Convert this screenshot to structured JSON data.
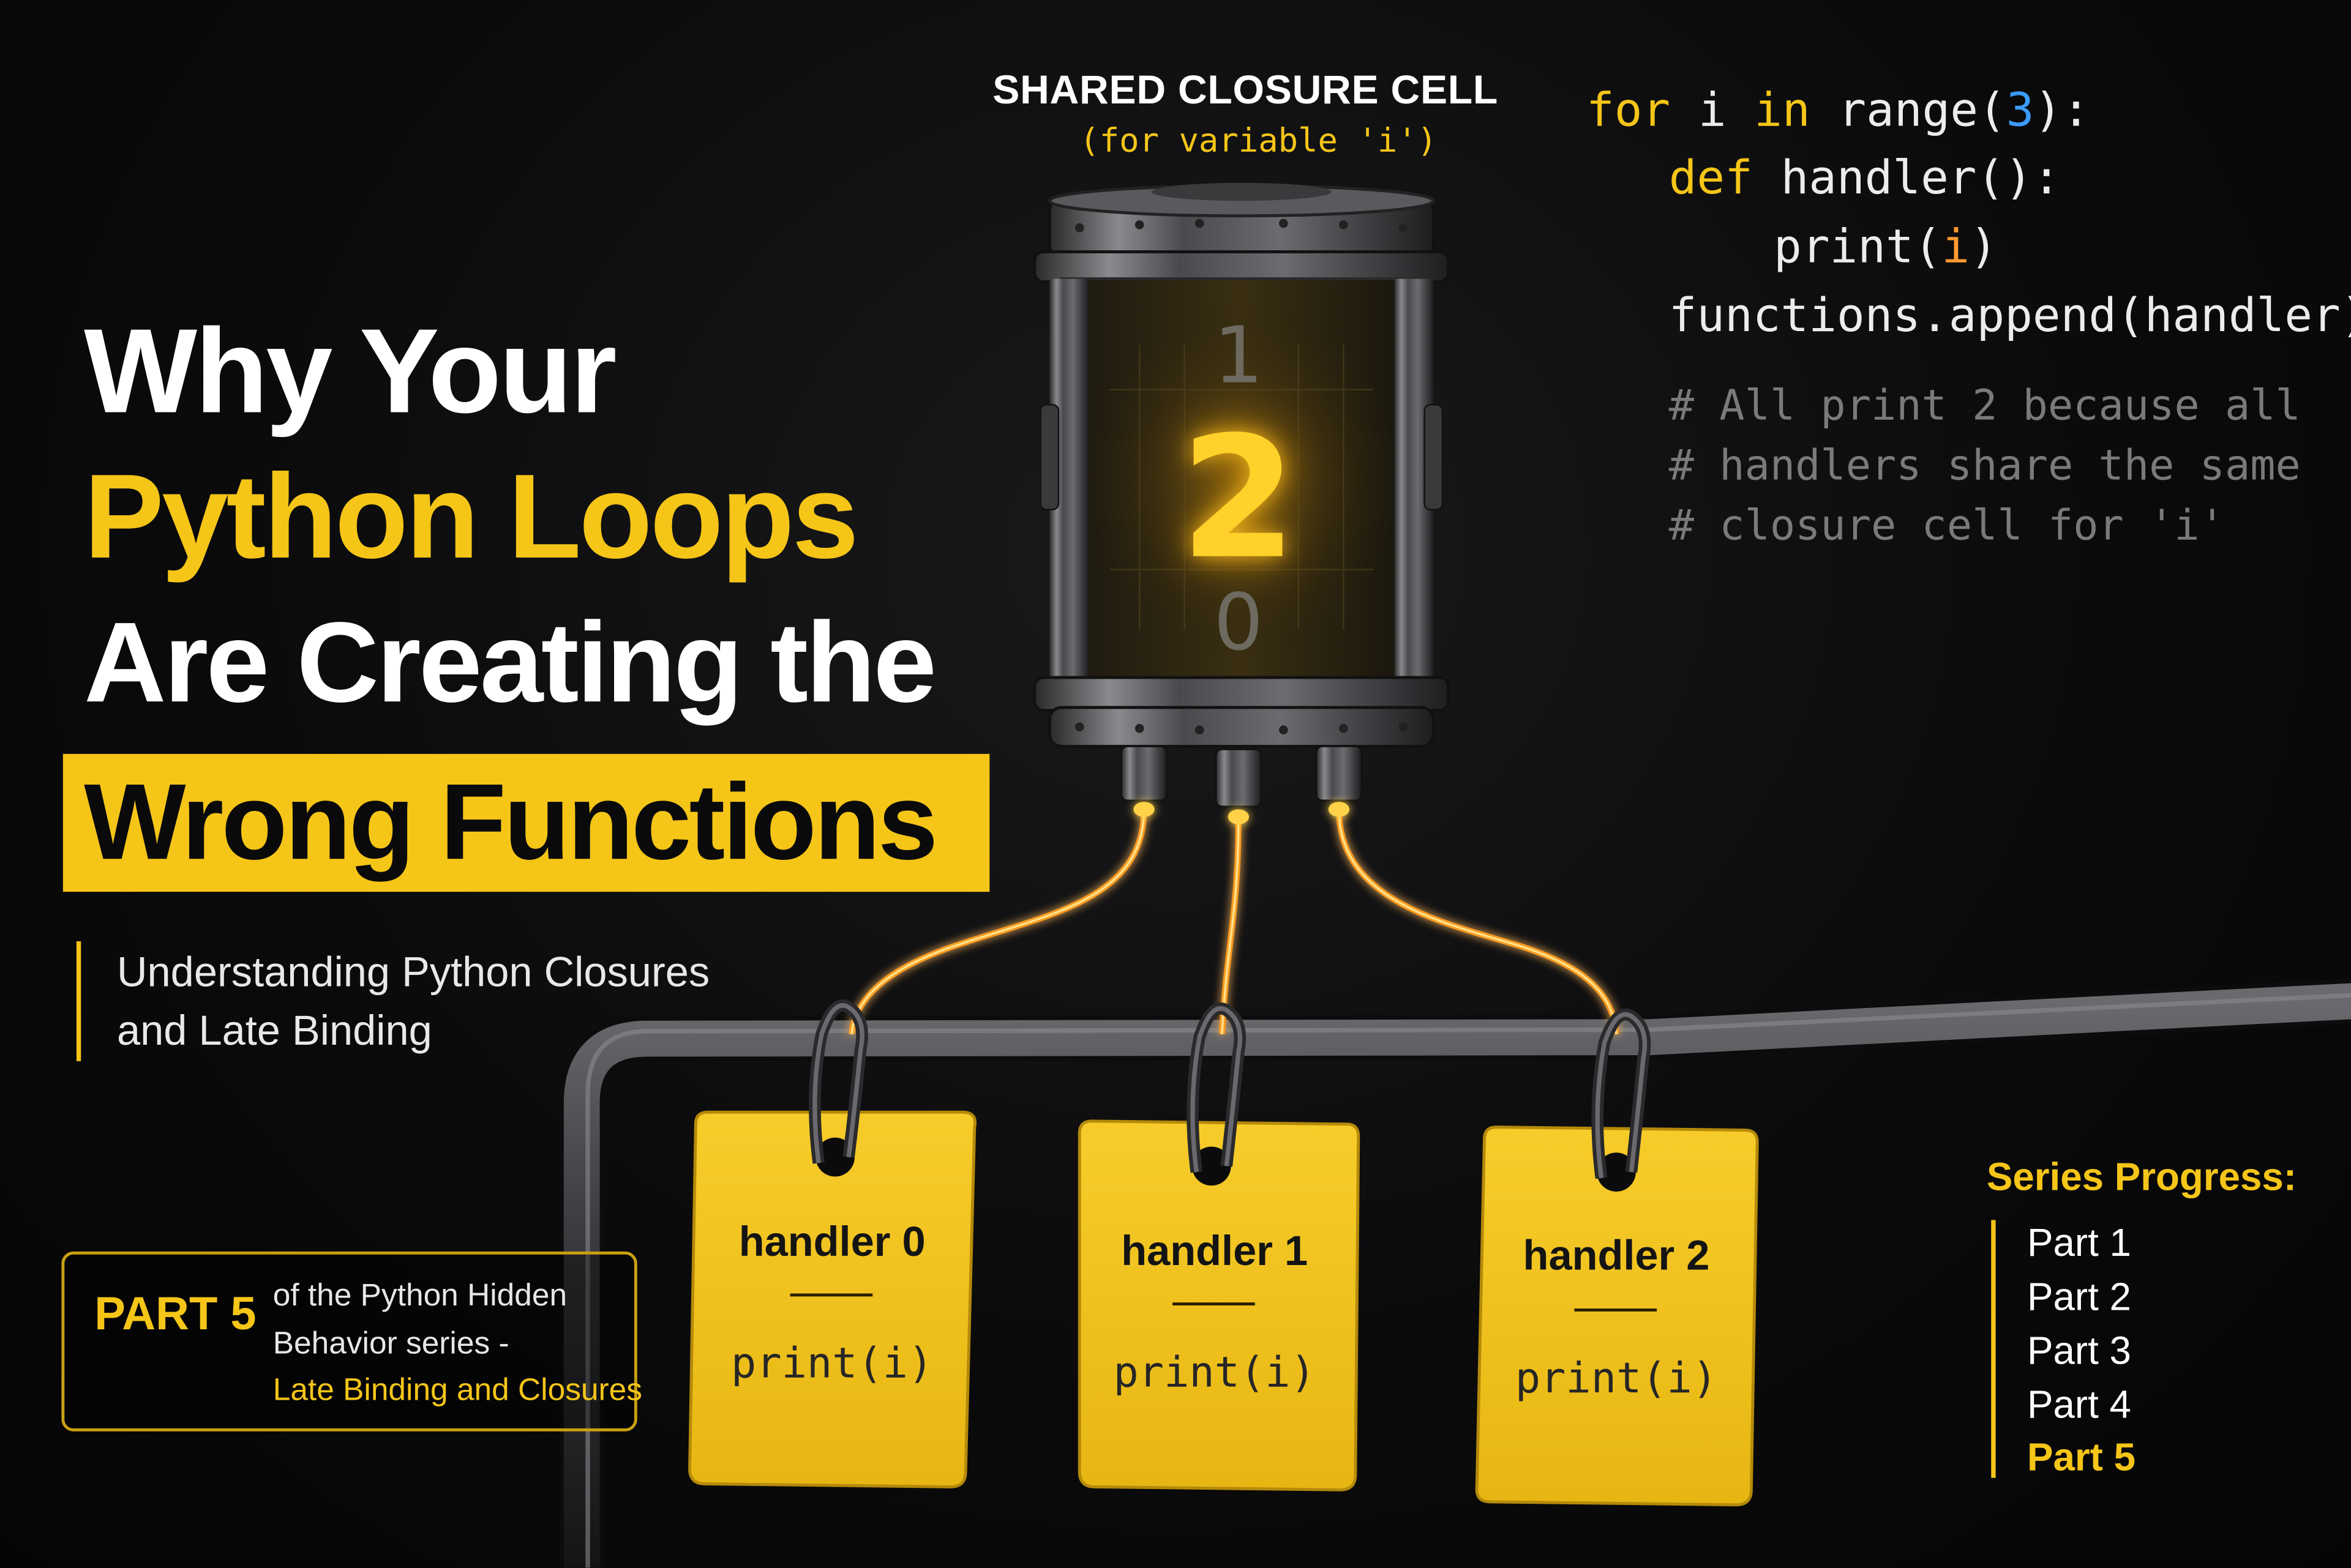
{
  "title": {
    "line1": "Why Your",
    "line2": "Python Loops",
    "line3": "Are Creating the",
    "line4": "Wrong Functions"
  },
  "subtitle": {
    "line1": "Understanding Python Closures",
    "line2": "and Late Binding"
  },
  "part_box": {
    "label": "PART 5",
    "desc_line1": "of the Python Hidden",
    "desc_line2": "Behavior series -",
    "desc_line3": "Late Binding and Closures"
  },
  "closure_cell": {
    "title": "SHARED CLOSURE CELL",
    "subtitle": "(for variable 'i')",
    "digit_top": "1",
    "digit_current": "2",
    "digit_bottom": "0"
  },
  "code": {
    "line1": {
      "kw1": "for",
      "t1": " i ",
      "kw2": "in",
      "t2": " range(",
      "num": "3",
      "t3": "):"
    },
    "line2": {
      "kw": "def",
      "t": " handler():"
    },
    "line3": {
      "t1": "print(",
      "var": "i",
      "t2": ")"
    },
    "line4": "functions.append(handler)",
    "comments": [
      "# All print 2 because all",
      "# handlers share the same",
      "# closure cell for 'i'"
    ]
  },
  "tags": [
    {
      "label": "handler 0",
      "code": "print(i)"
    },
    {
      "label": "handler 1",
      "code": "print(i)"
    },
    {
      "label": "handler 2",
      "code": "print(i)"
    }
  ],
  "series_progress": {
    "title": "Series Progress:",
    "items": [
      "Part 1",
      "Part 2",
      "Part 3",
      "Part 4",
      "Part 5"
    ],
    "active_index": 4
  },
  "colors": {
    "accent": "#f5c518",
    "background": "#0b0b0c",
    "number": "#3b9bff",
    "variable": "#ff9a2f",
    "comment": "#7a7a7a"
  }
}
